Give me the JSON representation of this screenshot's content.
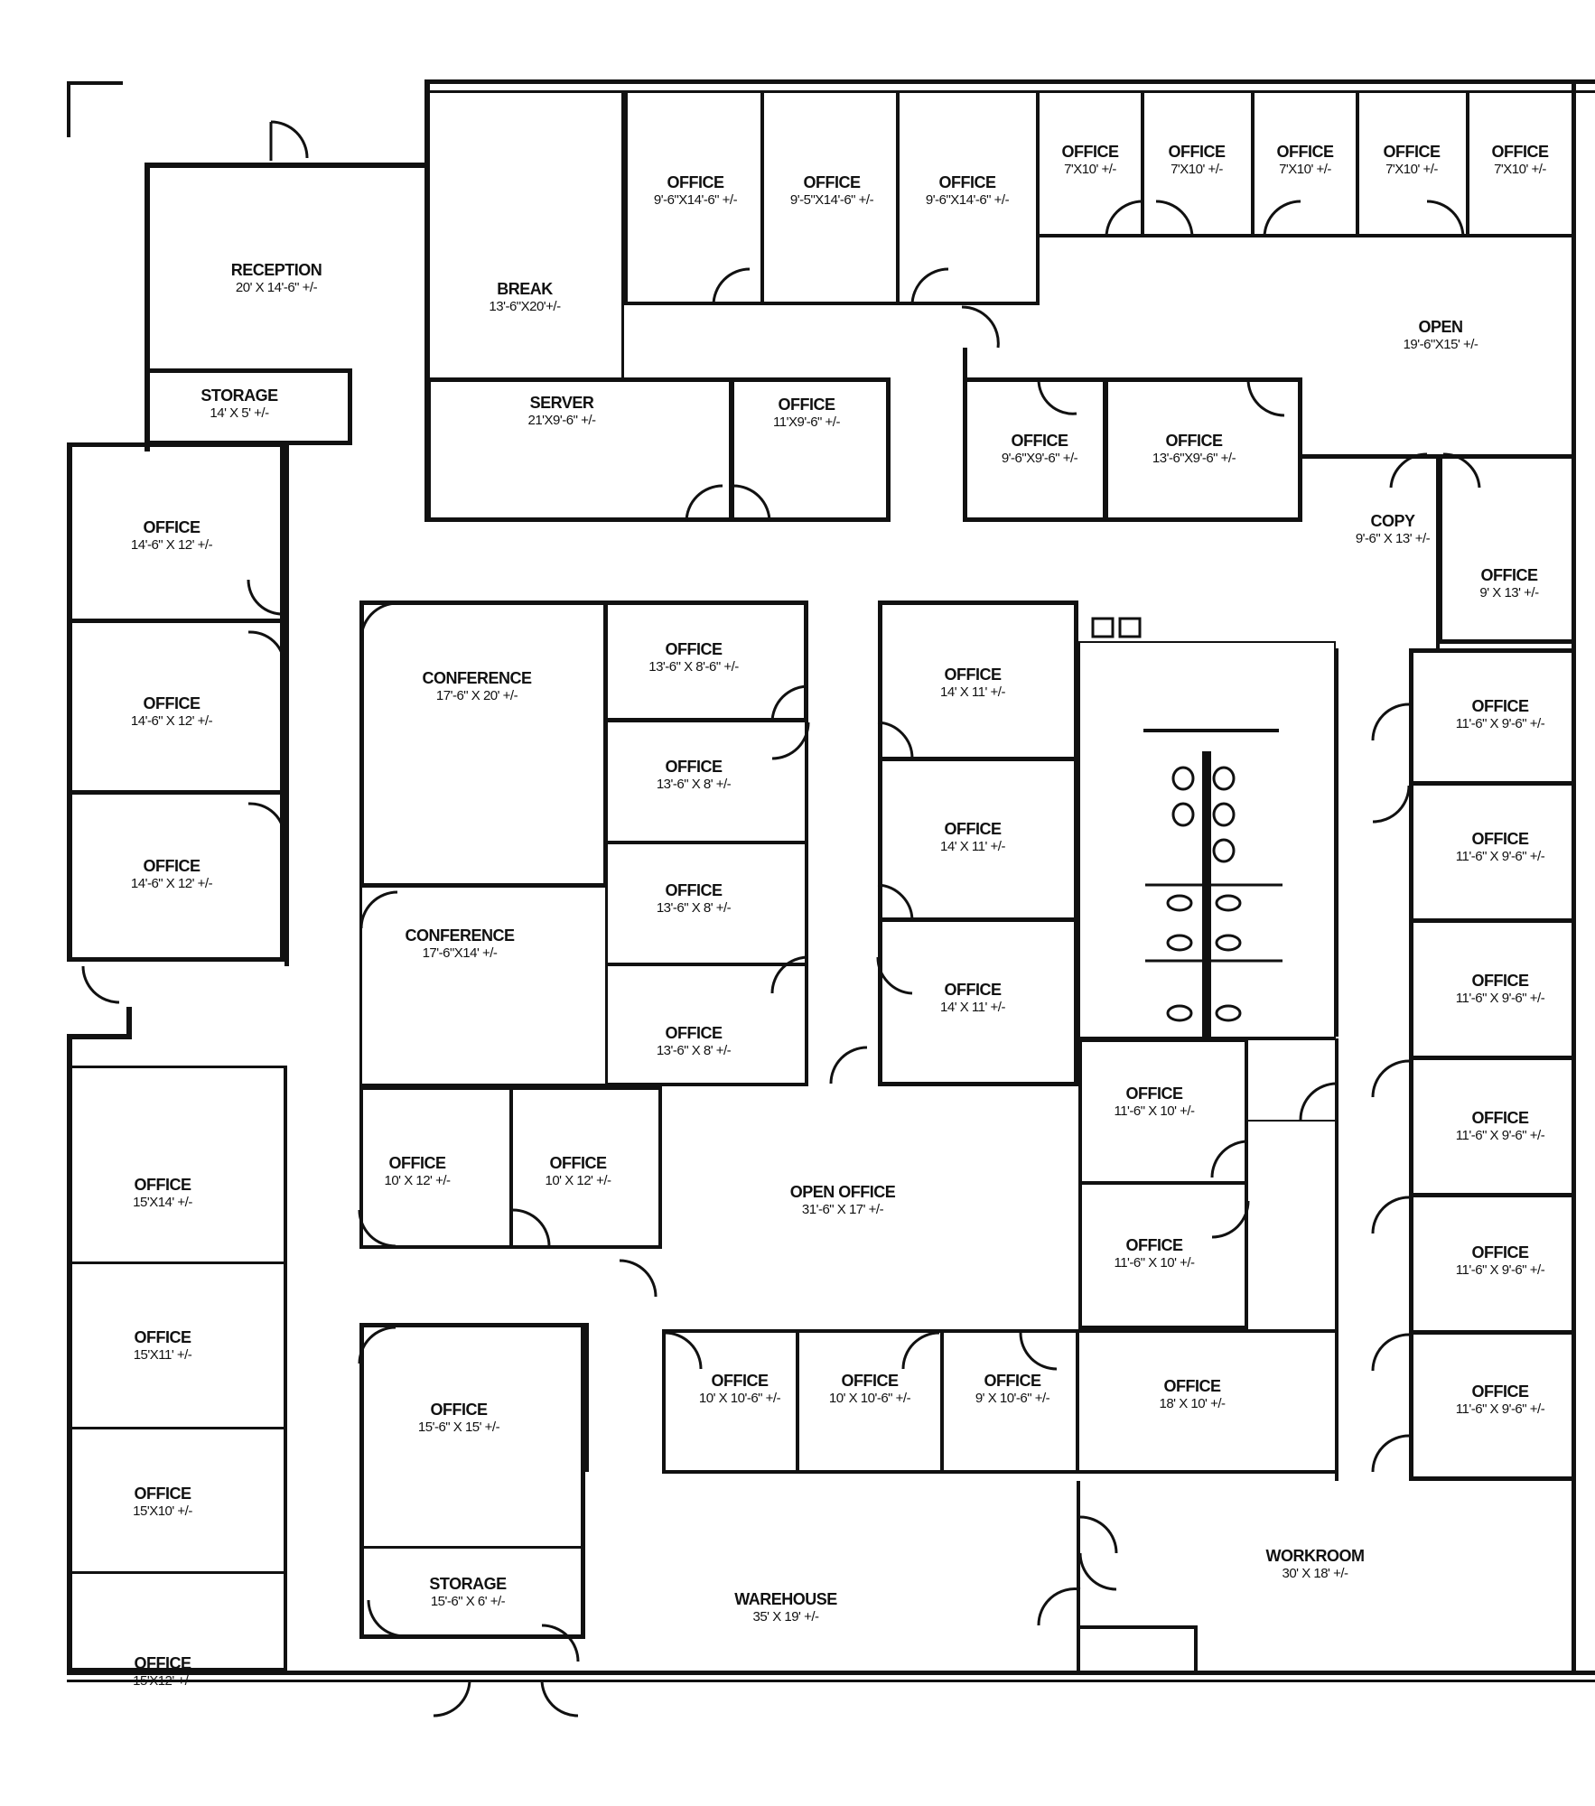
{
  "plan": {
    "rooms": [
      {
        "id": "reception",
        "name": "RECEPTION",
        "dims": "20' X 14'-6\" +/-"
      },
      {
        "id": "storage-1",
        "name": "STORAGE",
        "dims": "14' X 5' +/-"
      },
      {
        "id": "break",
        "name": "BREAK",
        "dims": "13'-6\"X20'+/-"
      },
      {
        "id": "office-a1",
        "name": "OFFICE",
        "dims": "9'-6\"X14'-6\" +/-"
      },
      {
        "id": "office-a2",
        "name": "OFFICE",
        "dims": "9'-5\"X14'-6\" +/-"
      },
      {
        "id": "office-a3",
        "name": "OFFICE",
        "dims": "9'-6\"X14'-6\" +/-"
      },
      {
        "id": "office-b1",
        "name": "OFFICE",
        "dims": "7'X10' +/-"
      },
      {
        "id": "office-b2",
        "name": "OFFICE",
        "dims": "7'X10' +/-"
      },
      {
        "id": "office-b3",
        "name": "OFFICE",
        "dims": "7'X10' +/-"
      },
      {
        "id": "office-b4",
        "name": "OFFICE",
        "dims": "7'X10' +/-"
      },
      {
        "id": "office-b5",
        "name": "OFFICE",
        "dims": "7'X10' +/-"
      },
      {
        "id": "server",
        "name": "SERVER",
        "dims": "21'X9'-6\" +/-"
      },
      {
        "id": "office-c1",
        "name": "OFFICE",
        "dims": "11'X9'-6\" +/-"
      },
      {
        "id": "open-1",
        "name": "OPEN",
        "dims": "19'-6\"X15' +/-"
      },
      {
        "id": "office-c2",
        "name": "OFFICE",
        "dims": "9'-6\"X9'-6\" +/-"
      },
      {
        "id": "office-c3",
        "name": "OFFICE",
        "dims": "13'-6\"X9'-6\" +/-"
      },
      {
        "id": "copy",
        "name": "COPY",
        "dims": "9'-6\" X 13' +/-"
      },
      {
        "id": "office-c4",
        "name": "OFFICE",
        "dims": "9' X 13' +/-"
      },
      {
        "id": "office-w1",
        "name": "OFFICE",
        "dims": "14'-6\" X 12' +/-"
      },
      {
        "id": "office-w2",
        "name": "OFFICE",
        "dims": "14'-6\" X 12' +/-"
      },
      {
        "id": "office-w3",
        "name": "OFFICE",
        "dims": "14'-6\" X 12' +/-"
      },
      {
        "id": "conf-1",
        "name": "CONFERENCE",
        "dims": "17'-6\" X 20' +/-"
      },
      {
        "id": "conf-2",
        "name": "CONFERENCE",
        "dims": "17'-6\"X14' +/-"
      },
      {
        "id": "office-d1",
        "name": "OFFICE",
        "dims": "13'-6\" X 8'-6\" +/-"
      },
      {
        "id": "office-d2",
        "name": "OFFICE",
        "dims": "13'-6\" X 8' +/-"
      },
      {
        "id": "office-d3",
        "name": "OFFICE",
        "dims": "13'-6\" X 8' +/-"
      },
      {
        "id": "office-d4",
        "name": "OFFICE",
        "dims": "13'-6\" X 8' +/-"
      },
      {
        "id": "office-e1",
        "name": "OFFICE",
        "dims": "14' X 11' +/-"
      },
      {
        "id": "office-e2",
        "name": "OFFICE",
        "dims": "14' X 11' +/-"
      },
      {
        "id": "office-e3",
        "name": "OFFICE",
        "dims": "14' X 11' +/-"
      },
      {
        "id": "office-f1",
        "name": "OFFICE",
        "dims": "11'-6\" X 9'-6\" +/-"
      },
      {
        "id": "office-f2",
        "name": "OFFICE",
        "dims": "11'-6\" X 9'-6\" +/-"
      },
      {
        "id": "office-f3",
        "name": "OFFICE",
        "dims": "11'-6\" X 9'-6\" +/-"
      },
      {
        "id": "office-f4",
        "name": "OFFICE",
        "dims": "11'-6\" X 9'-6\" +/-"
      },
      {
        "id": "office-f5",
        "name": "OFFICE",
        "dims": "11'-6\" X 9'-6\" +/-"
      },
      {
        "id": "office-f6",
        "name": "OFFICE",
        "dims": "11'-6\" X 9'-6\" +/-"
      },
      {
        "id": "office-g1",
        "name": "OFFICE",
        "dims": "11'-6\" X 10' +/-"
      },
      {
        "id": "office-g2",
        "name": "OFFICE",
        "dims": "11'-6\" X 10' +/-"
      },
      {
        "id": "office-h1",
        "name": "OFFICE",
        "dims": "15'X14' +/-"
      },
      {
        "id": "office-h2",
        "name": "OFFICE",
        "dims": "15'X11' +/-"
      },
      {
        "id": "office-h3",
        "name": "OFFICE",
        "dims": "15'X10' +/-"
      },
      {
        "id": "office-h4",
        "name": "OFFICE",
        "dims": "15'X12' +/-"
      },
      {
        "id": "office-i1",
        "name": "OFFICE",
        "dims": "10' X 12' +/-"
      },
      {
        "id": "office-i2",
        "name": "OFFICE",
        "dims": "10' X 12' +/-"
      },
      {
        "id": "open-office",
        "name": "OPEN OFFICE",
        "dims": "31'-6\" X 17' +/-"
      },
      {
        "id": "office-j1",
        "name": "OFFICE",
        "dims": "15'-6\" X 15' +/-"
      },
      {
        "id": "storage-2",
        "name": "STORAGE",
        "dims": "15'-6\" X 6' +/-"
      },
      {
        "id": "office-k1",
        "name": "OFFICE",
        "dims": "10' X 10'-6\" +/-"
      },
      {
        "id": "office-k2",
        "name": "OFFICE",
        "dims": "10' X 10'-6\" +/-"
      },
      {
        "id": "office-k3",
        "name": "OFFICE",
        "dims": "9' X 10'-6\" +/-"
      },
      {
        "id": "office-k4",
        "name": "OFFICE",
        "dims": "18' X 10' +/-"
      },
      {
        "id": "warehouse",
        "name": "WAREHOUSE",
        "dims": "35' X 19' +/-"
      },
      {
        "id": "workroom",
        "name": "WORKROOM",
        "dims": "30' X 18' +/-"
      }
    ]
  }
}
